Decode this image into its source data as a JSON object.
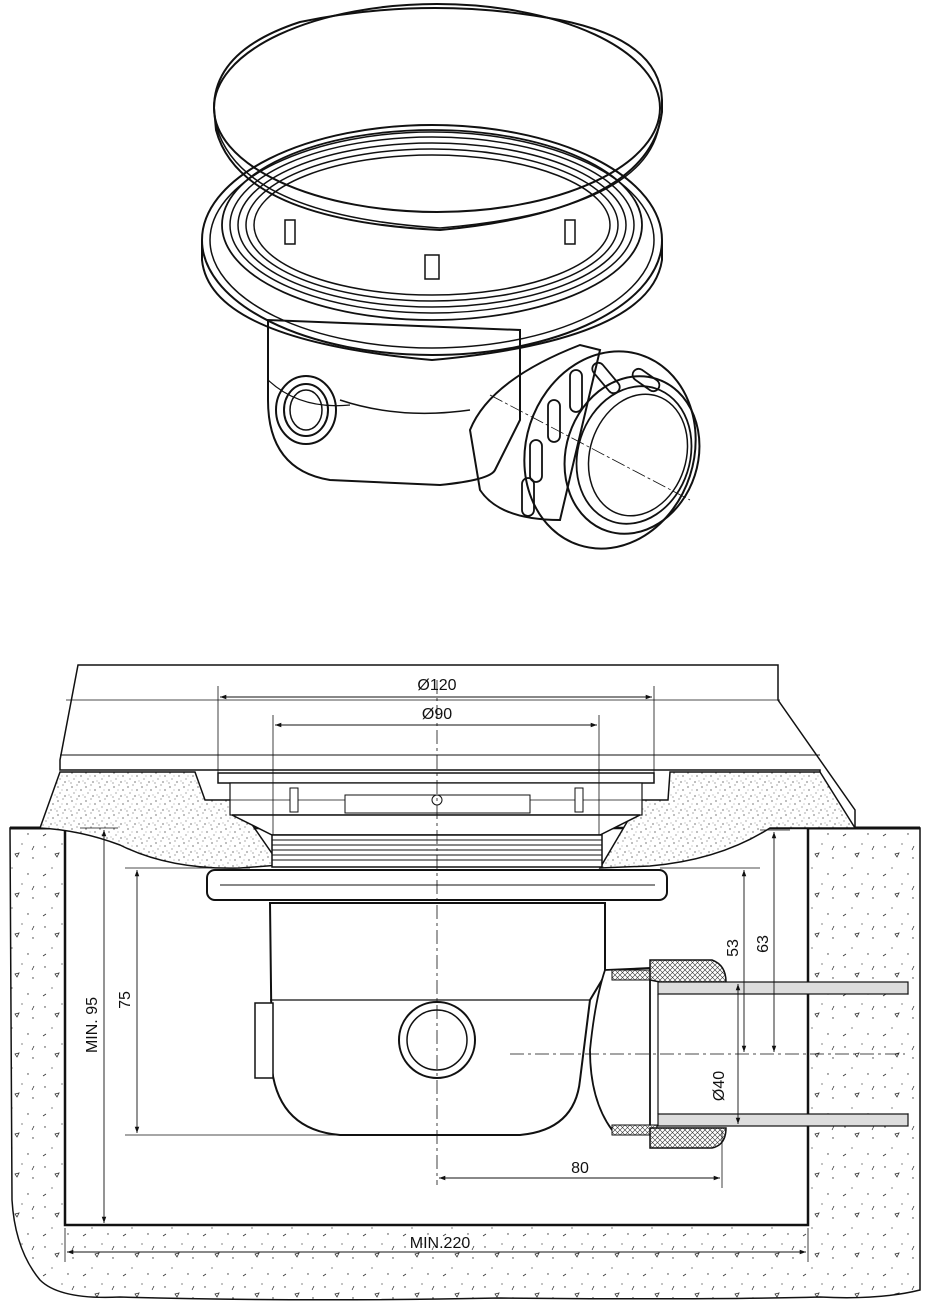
{
  "drawing": {
    "product": "shower tray drain (perspective view and section)",
    "dimensions": {
      "outer_diameter": "Ø120",
      "inner_diameter": "Ø90",
      "outlet_diameter": "Ø40",
      "height_total": "75",
      "height_53": "53",
      "height_63": "63",
      "outlet_offset": "80",
      "min_depth": "MIN. 95",
      "min_width": "MIN.220"
    }
  }
}
